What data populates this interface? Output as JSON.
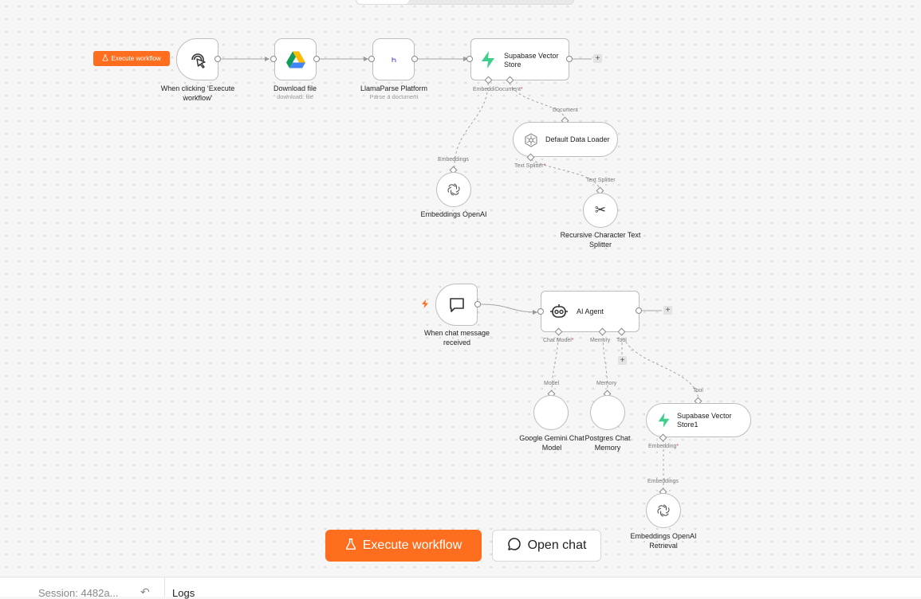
{
  "toolbar": {
    "execute_small": "Execute workflow"
  },
  "nodes": {
    "trigger_manual": {
      "label": "When clicking ‘Execute workflow’"
    },
    "download_file": {
      "label": "Download file",
      "sublabel": "download: file"
    },
    "llamaparse": {
      "label": "LlamaParse Platform",
      "sublabel": "Parse a document"
    },
    "supabase_store": {
      "label": "Supabase Vector Store"
    },
    "default_loader": {
      "label": "Default Data Loader"
    },
    "embeddings_openai": {
      "label": "Embeddings OpenAI"
    },
    "recursive_splitter": {
      "label": "Recursive Character Text Splitter"
    },
    "chat_trigger": {
      "label": "When chat message received"
    },
    "ai_agent": {
      "label": "AI Agent"
    },
    "gemini_model": {
      "label": "Google Gemini Chat Model"
    },
    "postgres_memory": {
      "label": "Postgres Chat Memory"
    },
    "supabase_store1": {
      "label": "Supabase Vector Store1"
    },
    "embeddings_retrieval": {
      "label": "Embeddings OpenAI Retrieval"
    }
  },
  "ports": {
    "store_embedding": "Embeddi",
    "store_document": "Document",
    "document_in": "Document",
    "embeddings_in": "Embeddings",
    "text_splitter_out": "Text Splitter",
    "text_splitter_in": "Text Splitter",
    "chat_model": "Chat Model",
    "memory": "Memory",
    "tool": "Tool",
    "model_in": "Model",
    "memory_in": "Memory",
    "tool_in": "Tool",
    "embedding_out": "Embedding",
    "embeddings_in2": "Embeddings",
    "required_mark": "*"
  },
  "actions": {
    "execute_workflow": "Execute workflow",
    "open_chat": "Open chat"
  },
  "bottom": {
    "session": "Session: 4482a...",
    "logs": "Logs"
  },
  "colors": {
    "accent": "#ff6d1f",
    "supabase": "#3ecf8e",
    "required": "#e03c3c"
  }
}
